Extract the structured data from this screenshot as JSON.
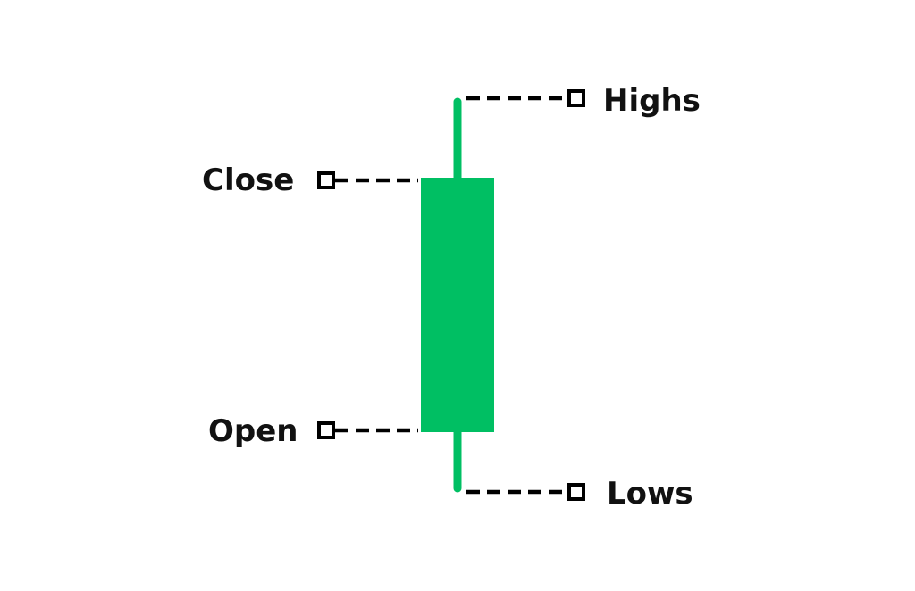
{
  "diagram": {
    "type": "candlestick-anatomy",
    "candle_color": "#00BF63",
    "line_color": "#000000",
    "labels": {
      "highs": "Highs",
      "close": "Close",
      "open": "Open",
      "lows": "Lows"
    }
  }
}
